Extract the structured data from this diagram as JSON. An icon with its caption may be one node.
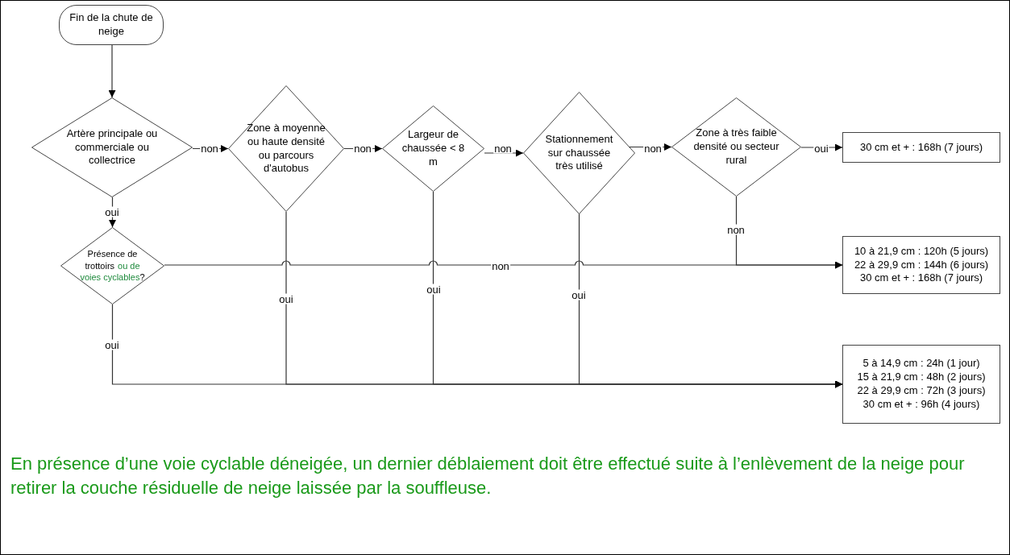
{
  "diagram": {
    "nodes": [
      {
        "text": [
          "Fin de la chute de neige"
        ]
      },
      {
        "text": [
          "Artère principale ou commerciale ou collectrice"
        ]
      },
      {
        "text": [
          "Zone à moyenne ou haute densité ou parcours d'autobus"
        ]
      },
      {
        "text": [
          "Largeur de chaussée < 8 m"
        ]
      },
      {
        "text": [
          "Stationnement sur chaussée très utilisé"
        ]
      },
      {
        "text": [
          "Zone à très faible densité ou secteur rural"
        ]
      },
      {
        "text": [
          "30 cm et + : 168h (7 jours)"
        ]
      },
      {
        "text": [
          "Présence de trottoirs",
          "ou de voies cyclables",
          "?"
        ]
      },
      {
        "text": [
          "10 à 21,9 cm : 120h (5 jours)",
          "22 à 29,9 cm : 144h (6 jours)",
          "30 cm et + : 168h (7 jours)"
        ]
      },
      {
        "text": [
          "5 à 14,9 cm : 24h (1 jour)",
          "15 à 21,9 cm : 48h (2 jours)",
          "22 à 29,9 cm : 72h (3 jours)",
          "30 cm et + : 96h (4 jours)"
        ]
      }
    ],
    "edges": [
      {
        "from": 0,
        "to": 1,
        "arrow": "to"
      },
      {
        "from": 1,
        "to": 2,
        "arrow": "to",
        "label": "non"
      },
      {
        "from": 2,
        "to": 3,
        "arrow": "to",
        "label": "non"
      },
      {
        "from": 3,
        "to": 4,
        "arrow": "to",
        "label": "non"
      },
      {
        "from": 4,
        "to": 5,
        "arrow": "to",
        "label": "non"
      },
      {
        "from": 5,
        "to": 6,
        "arrow": "to",
        "label": "oui"
      },
      {
        "from": 1,
        "to": 7,
        "arrow": "to",
        "label": "oui"
      },
      {
        "from": 7,
        "to": 8,
        "arrow": "to",
        "label": "non"
      },
      {
        "from": 5,
        "to": 8,
        "arrow": "to",
        "label": "non"
      },
      {
        "from": 7,
        "to": 9,
        "arrow": "to",
        "label": "oui"
      },
      {
        "from": 2,
        "to": 9,
        "arrow": "to",
        "label": "oui"
      },
      {
        "from": 3,
        "to": 9,
        "arrow": "to",
        "label": "oui"
      },
      {
        "from": 4,
        "to": 9,
        "arrow": "to",
        "label": "oui"
      }
    ],
    "caption": "En présence d’une voie cyclable déneigée, un dernier déblaiement doit être effectué suite à l’enlèvement de la neige pour retirer la couche résiduelle de neige laissée par la souffleuse."
  }
}
